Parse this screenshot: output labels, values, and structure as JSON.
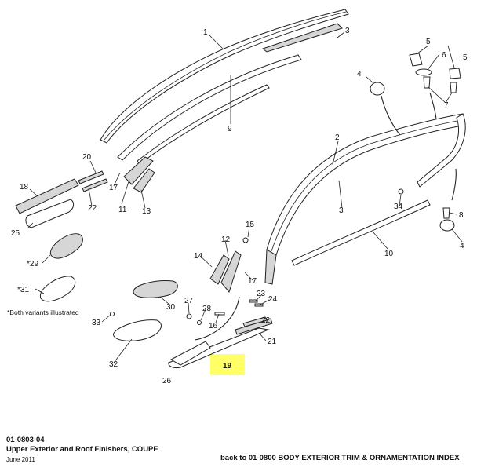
{
  "callouts": {
    "c1": "1",
    "c2": "2",
    "c3a": "3",
    "c3b": "3",
    "c4a": "4",
    "c4b": "4",
    "c5a": "5",
    "c5b": "5",
    "c6": "6",
    "c7": "7",
    "c8": "8",
    "c9": "9",
    "c10": "10",
    "c11": "11",
    "c12": "12",
    "c13": "13",
    "c14": "14",
    "c15": "15",
    "c16": "16",
    "c17a": "17",
    "c17b": "17",
    "c18": "18",
    "c19": "19",
    "c20": "20",
    "c21": "21",
    "c22a": "22",
    "c22b": "22",
    "c23": "23",
    "c24": "24",
    "c25": "25",
    "c26": "26",
    "c27": "27",
    "c28": "28",
    "c29": "*29",
    "c30": "30",
    "c31": "*31",
    "c32": "32",
    "c33": "33",
    "c34": "34"
  },
  "note": "*Both variants illustrated",
  "footer": {
    "code": "01-0803-04",
    "title": "Upper Exterior and Roof Finishers, COUPE",
    "date": "June 2011",
    "back_link": "back to 01-0800 BODY EXTERIOR TRIM & ORNAMENTATION INDEX"
  },
  "highlight_color": "#ffff66"
}
